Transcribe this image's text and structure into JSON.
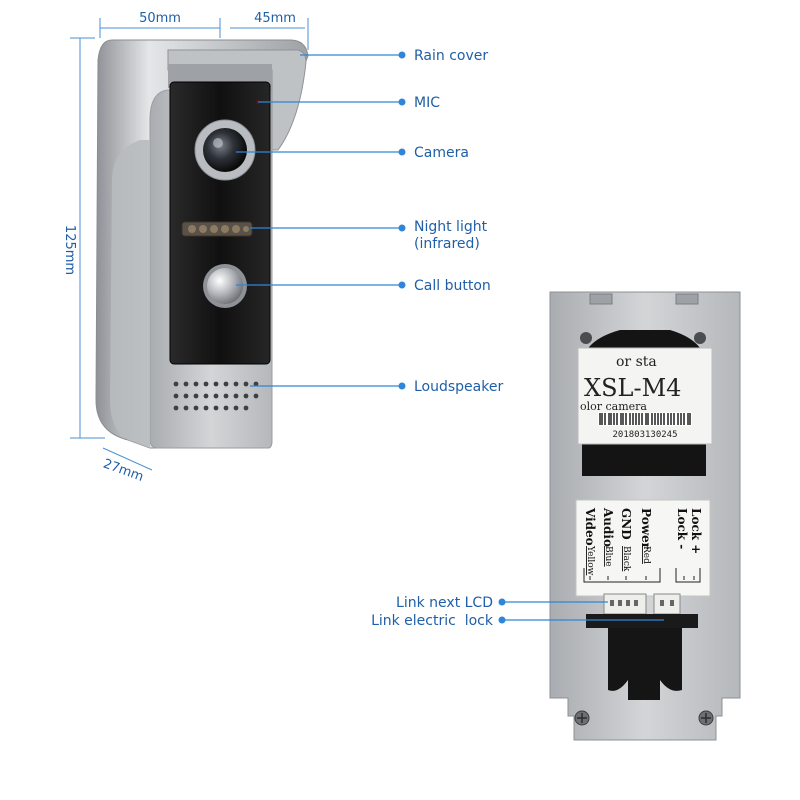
{
  "dimensions": {
    "width": "50mm",
    "depth_top": "45mm",
    "height": "125mm",
    "depth_bottom": "27mm"
  },
  "front_callouts": {
    "rain_cover": "Rain cover",
    "mic": "MIC",
    "camera": "Camera",
    "night_light_line1": "Night light",
    "night_light_line2": "(infrared)",
    "call_button": "Call button",
    "loudspeaker": "Loudspeaker"
  },
  "back_callouts": {
    "link_next_lcd": "Link next LCD",
    "link_electric_lock": "Link electric  lock"
  },
  "back_label": {
    "top_line": "or sta",
    "model": "XSL-M4",
    "subtitle": "olor camera",
    "serial": "201803130245"
  },
  "terminals": {
    "video": "Video",
    "audio": "Audio",
    "gnd": "GND",
    "power": "Power",
    "lock_minus": "Lock -",
    "lock_plus": "Lock +",
    "yellow": "Yellow",
    "blue": "Blue",
    "black": "Black",
    "red": "Red"
  },
  "colors": {
    "callout_blue": "#2f86d8",
    "label_text": "#1f5fa8",
    "silver": "#c9cbce",
    "face_black": "#141414"
  }
}
